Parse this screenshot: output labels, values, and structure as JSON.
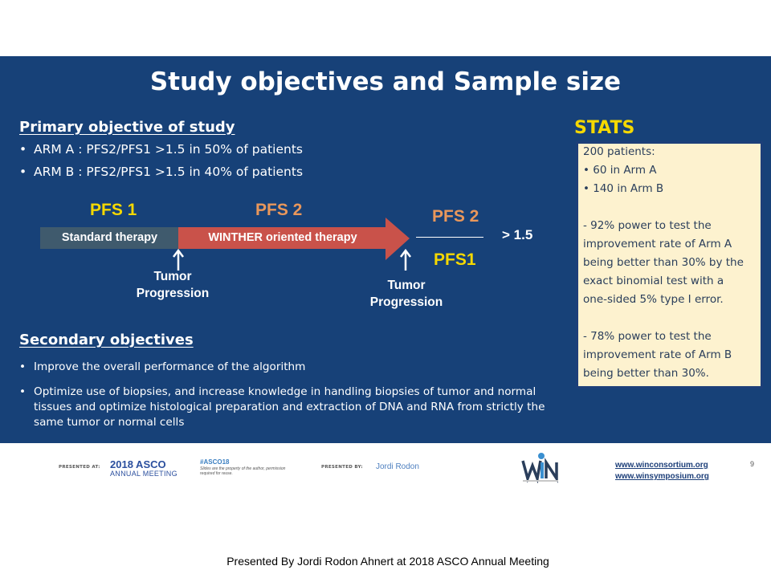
{
  "slide": {
    "title": "Study objectives and Sample size",
    "primary": {
      "heading": "Primary objective of study",
      "bullets": [
        "ARM A : PFS2/PFS1 >1.5 in 50% of patients",
        "ARM B : PFS2/PFS1 >1.5 in 40% of patients"
      ]
    },
    "diagram": {
      "pfs1_label": "PFS 1",
      "pfs2_label": "PFS 2",
      "standard_therapy": "Standard therapy",
      "winther_therapy": "WINTHER oriented therapy",
      "tumor_progression_1": [
        "Tumor",
        "Progression"
      ],
      "tumor_progression_2": [
        "Tumor",
        "Progression"
      ],
      "numerator": "PFS 2",
      "denominator": "PFS1",
      "ratio": "> 1.5",
      "colors": {
        "yellow": "#f5d800",
        "orange": "#e9975b",
        "arrow_red": "#c9524a",
        "standard_gray": "#3f5a6d"
      }
    },
    "secondary": {
      "heading": "Secondary objectives",
      "bullets": [
        "Improve the overall performance of the algorithm",
        "Optimize use of biopsies, and increase knowledge in handling biopsies of tumor and normal tissues and optimize histological preparation and extraction of DNA and RNA from strictly the same tumor or normal cells"
      ]
    },
    "stats": {
      "title": "STATS",
      "lines": [
        "200 patients:",
        "•     60 in Arm A",
        "•     140 in Arm B",
        "- 92% power to test the",
        "improvement rate of Arm A",
        "being better than 30% by the",
        "exact binomial test with a",
        "one-sided 5% type I error.",
        "- 78% power to test the",
        "improvement rate of Arm B",
        "being better than 30%."
      ]
    }
  },
  "footer": {
    "presented_at": "PRESENTED AT:",
    "asco_year": "2018 ASCO",
    "asco_name": "ANNUAL MEETING",
    "hashtag": "#ASCO18",
    "note": "Slides are the property of the author, permission required for reuse.",
    "presented_by": "PRESENTED BY:",
    "presenter": "Jordi Rodon",
    "links": [
      "www.winconsortium.org",
      "www.winsymposium.org"
    ],
    "page_number": "9"
  },
  "caption": "Presented By Jordi Rodon Ahnert at 2018 ASCO Annual Meeting"
}
